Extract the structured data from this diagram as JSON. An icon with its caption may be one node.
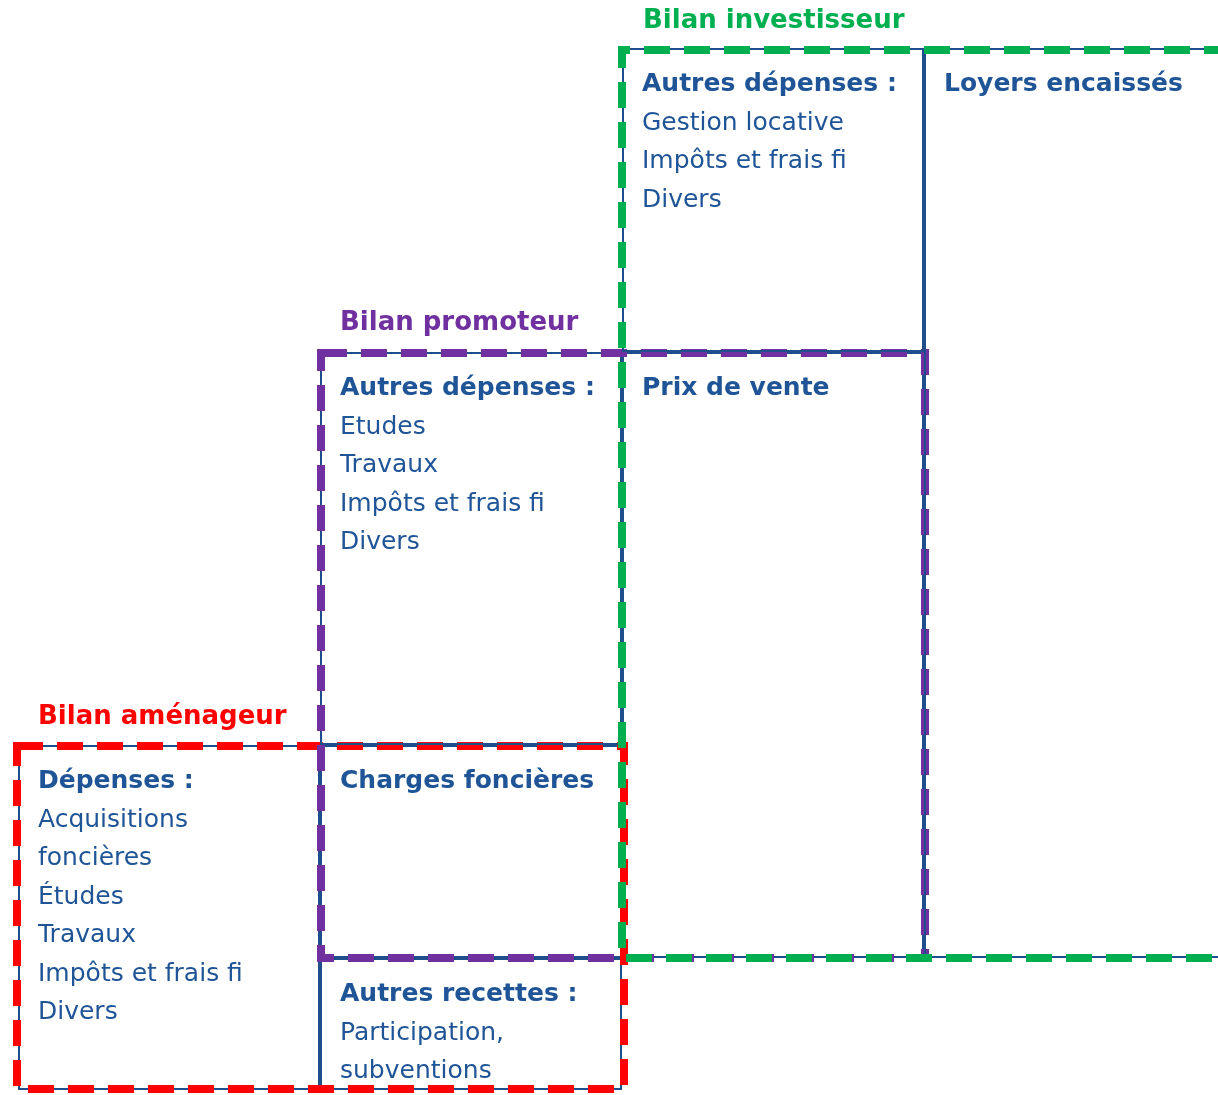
{
  "diagram": {
    "nodes": [
      {
        "text": [
          "Bilan investisseur"
        ]
      },
      {
        "text": [
          "Autres dépenses :",
          "Gestion locative",
          "Impôts et frais fi",
          "Divers"
        ],
        "in": 0
      },
      {
        "text": [
          "Loyers encaissés"
        ],
        "in": 0
      },
      {
        "text": [
          "Bilan promoteur"
        ]
      },
      {
        "text": [
          "Autres dépenses :",
          "Etudes",
          "Travaux",
          "Impôts et frais fi",
          "Divers"
        ],
        "in": 3
      },
      {
        "text": [
          "Prix de vente"
        ]
      },
      {
        "text": [
          "Bilan aménageur"
        ]
      },
      {
        "text": [
          "Dépenses :",
          "Acquisitions foncières",
          "Études",
          "Travaux",
          "Impôts et frais fi",
          "Divers"
        ],
        "in": 6
      },
      {
        "text": [
          "Charges foncières"
        ]
      },
      {
        "text": [
          "Autres recettes :",
          "Participation, subventions"
        ],
        "in": 6
      }
    ]
  }
}
